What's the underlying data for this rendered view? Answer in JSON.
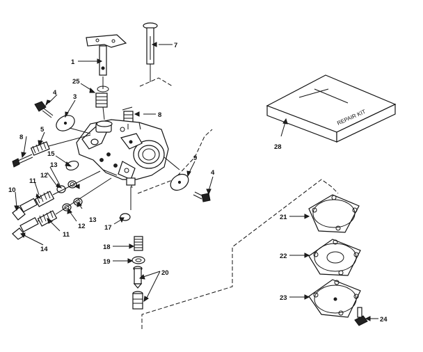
{
  "parts": [
    {
      "id": "p1",
      "number": "1"
    },
    {
      "id": "p3",
      "number": "3"
    },
    {
      "id": "p4a",
      "number": "4"
    },
    {
      "id": "p4b",
      "number": "4"
    },
    {
      "id": "p5",
      "number": "5"
    },
    {
      "id": "p7",
      "number": "7"
    },
    {
      "id": "p8a",
      "number": "8"
    },
    {
      "id": "p8b",
      "number": "8"
    },
    {
      "id": "p9",
      "number": "9"
    },
    {
      "id": "p10",
      "number": "10"
    },
    {
      "id": "p11a",
      "number": "11"
    },
    {
      "id": "p11b",
      "number": "11"
    },
    {
      "id": "p12a",
      "number": "12"
    },
    {
      "id": "p12b",
      "number": "12"
    },
    {
      "id": "p13a",
      "number": "13"
    },
    {
      "id": "p13b",
      "number": "13"
    },
    {
      "id": "p14",
      "number": "14"
    },
    {
      "id": "p15",
      "number": "15"
    },
    {
      "id": "p17",
      "number": "17"
    },
    {
      "id": "p18",
      "number": "18"
    },
    {
      "id": "p19",
      "number": "19"
    },
    {
      "id": "p20",
      "number": "20"
    },
    {
      "id": "p21",
      "number": "21"
    },
    {
      "id": "p22",
      "number": "22"
    },
    {
      "id": "p23",
      "number": "23"
    },
    {
      "id": "p24",
      "number": "24"
    },
    {
      "id": "p25",
      "number": "25"
    },
    {
      "id": "p28",
      "number": "28"
    }
  ],
  "repair_kit": {
    "box_text": "REPAIR KIT"
  }
}
